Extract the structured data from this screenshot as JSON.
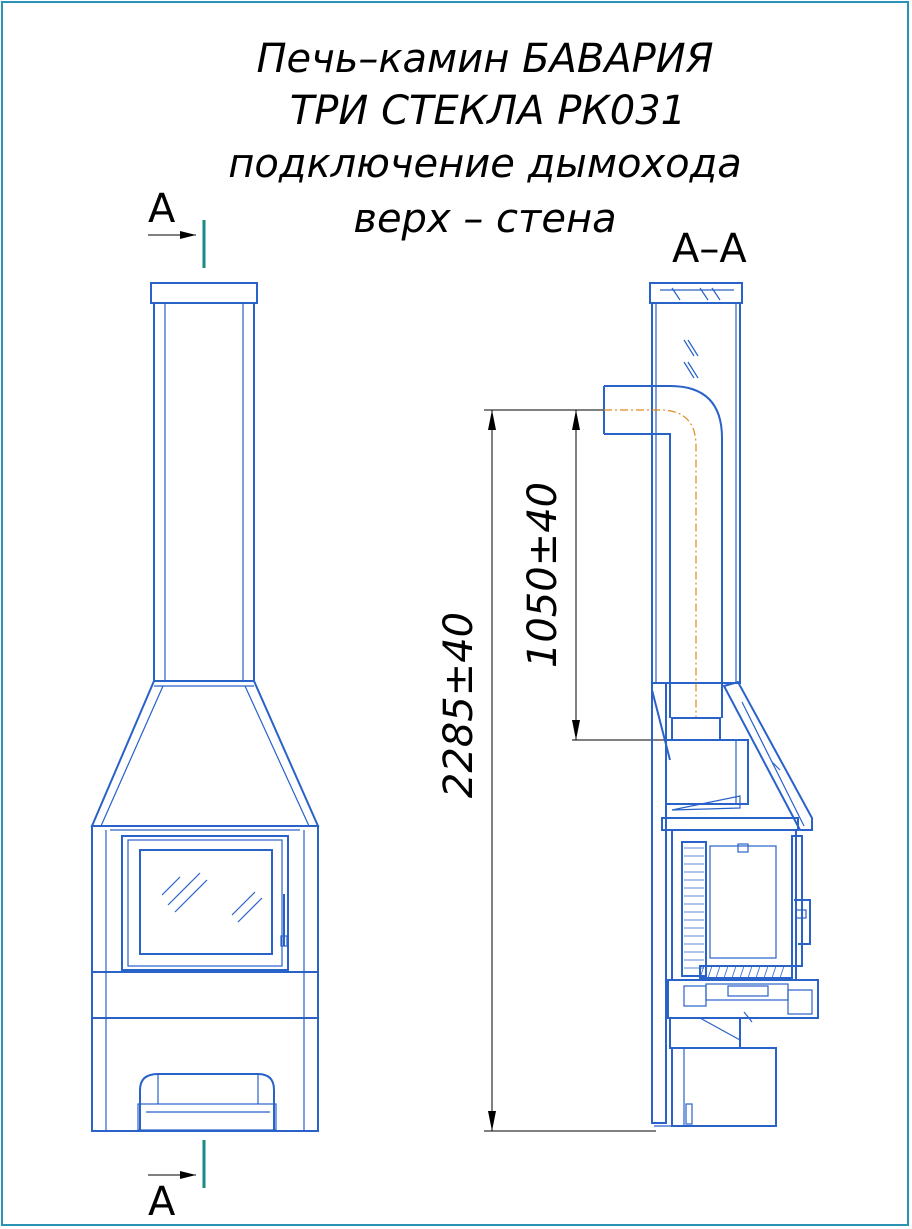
{
  "title": {
    "line1": "Печь–камин БАВАРИЯ",
    "line2": "ТРИ СТЕКЛА РК031",
    "line3": "подключение дымохода",
    "line4": "верх – стена"
  },
  "section_marks": {
    "top": "A",
    "bottom": "A",
    "section_view": "A–A"
  },
  "dimensions": {
    "total_height": "2285±40",
    "flue_height": "1050±40"
  },
  "colors": {
    "outline": "#2962c9",
    "frame": "#2b93b5",
    "dimension": "#000000",
    "section_line": "#1a8a86",
    "flue_axis": "#e08a1e"
  }
}
